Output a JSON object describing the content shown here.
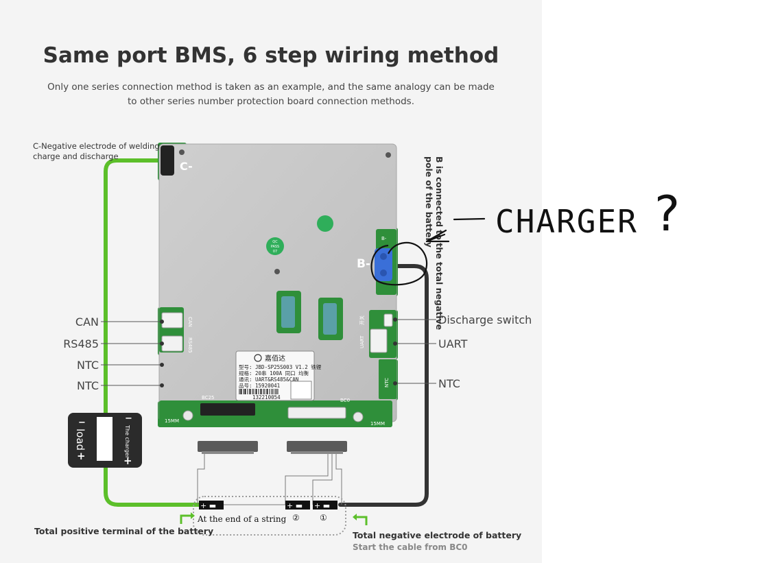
{
  "title": "Same port BMS, 6 step wiring method",
  "subtitle_line1": "Only one series connection method is taken as an example, and the same analogy can be made",
  "subtitle_line2": "to other series number protection board connection methods.",
  "c_neg_label_line1": "C-Negative electrode of welding",
  "c_neg_label_line2": "charge and discharge",
  "b_label_line1": "B is connected to the total negative",
  "b_label_line2": "pole of the battery",
  "handwritten_note": "CHARGER",
  "handwritten_question": "?",
  "left_ports": [
    "CAN",
    "RS485",
    "NTC",
    "NTC"
  ],
  "right_ports": [
    "Discharge switch",
    "UART",
    "NTC"
  ],
  "pcb": {
    "c_minus": "C-",
    "b_minus": "B-",
    "b_minus_small": "B-",
    "can": "CAN",
    "rs485": "RS485",
    "uart": "UART",
    "switch": "开关",
    "ntc": "NTC",
    "bc25": "BC25",
    "bc0": "BC0",
    "mm_left": "15MM",
    "mm_right": "15MM",
    "qc_line1": "QC",
    "qc_line2": "PASS",
    "qc_line3": "07"
  },
  "product_label": {
    "brand": "嘉佰达",
    "line1": "型号: JBD-SP25S003  V1.2 铁锂",
    "line2": "规格: 20串 100A 同口 均衡",
    "line3": "通讯: UART&RS485&CAN",
    "line4": "品号: 15920041",
    "barcode_number": "132210054"
  },
  "device": {
    "load_label": "load",
    "charger_label": "The charger",
    "minus": "−",
    "plus": "+"
  },
  "cells": {
    "end_label": "At the end of a string",
    "marker_2": "②",
    "marker_1": "①"
  },
  "bottom": {
    "positive_label": "Total positive terminal of the battery",
    "negative_label": "Total negative electrode of battery",
    "start_label": "Start the cable from BC0"
  },
  "colors": {
    "green_wire": "#5cbf2a",
    "dark_wire": "#333333",
    "board": "#c7c7c7",
    "pcb_green": "#2f8f3a",
    "connector_blue": "#3a6fd8"
  }
}
